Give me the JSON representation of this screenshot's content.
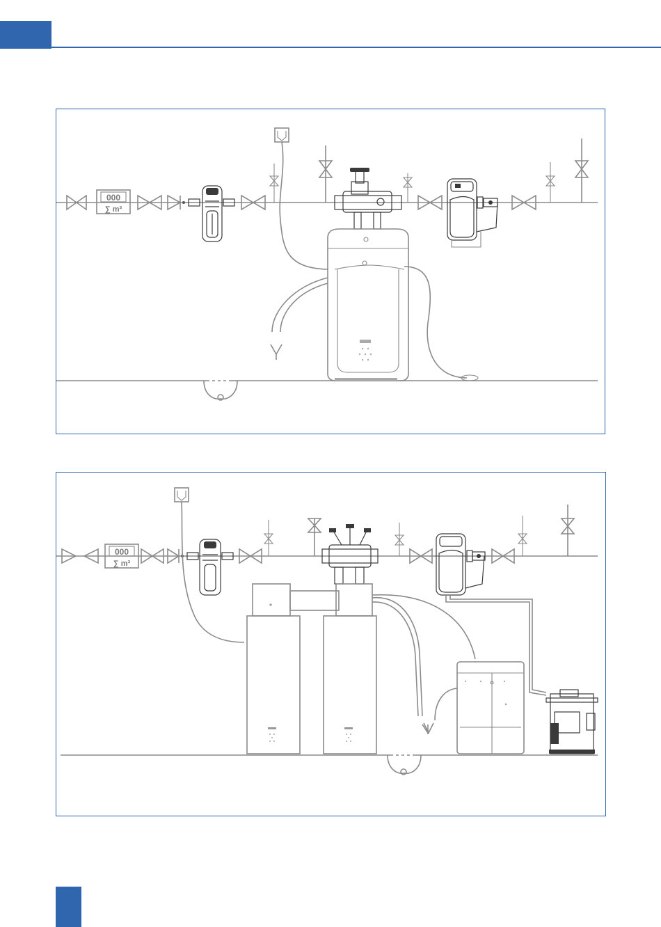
{
  "page": {
    "accent_color": "#2f66ad",
    "line_color": "#8a8a8a"
  },
  "diagram_1": {
    "meter": {
      "counter": "000",
      "unit": "∑ m³"
    }
  },
  "diagram_2": {
    "meter": {
      "counter": "000",
      "unit": "∑ m³"
    }
  }
}
